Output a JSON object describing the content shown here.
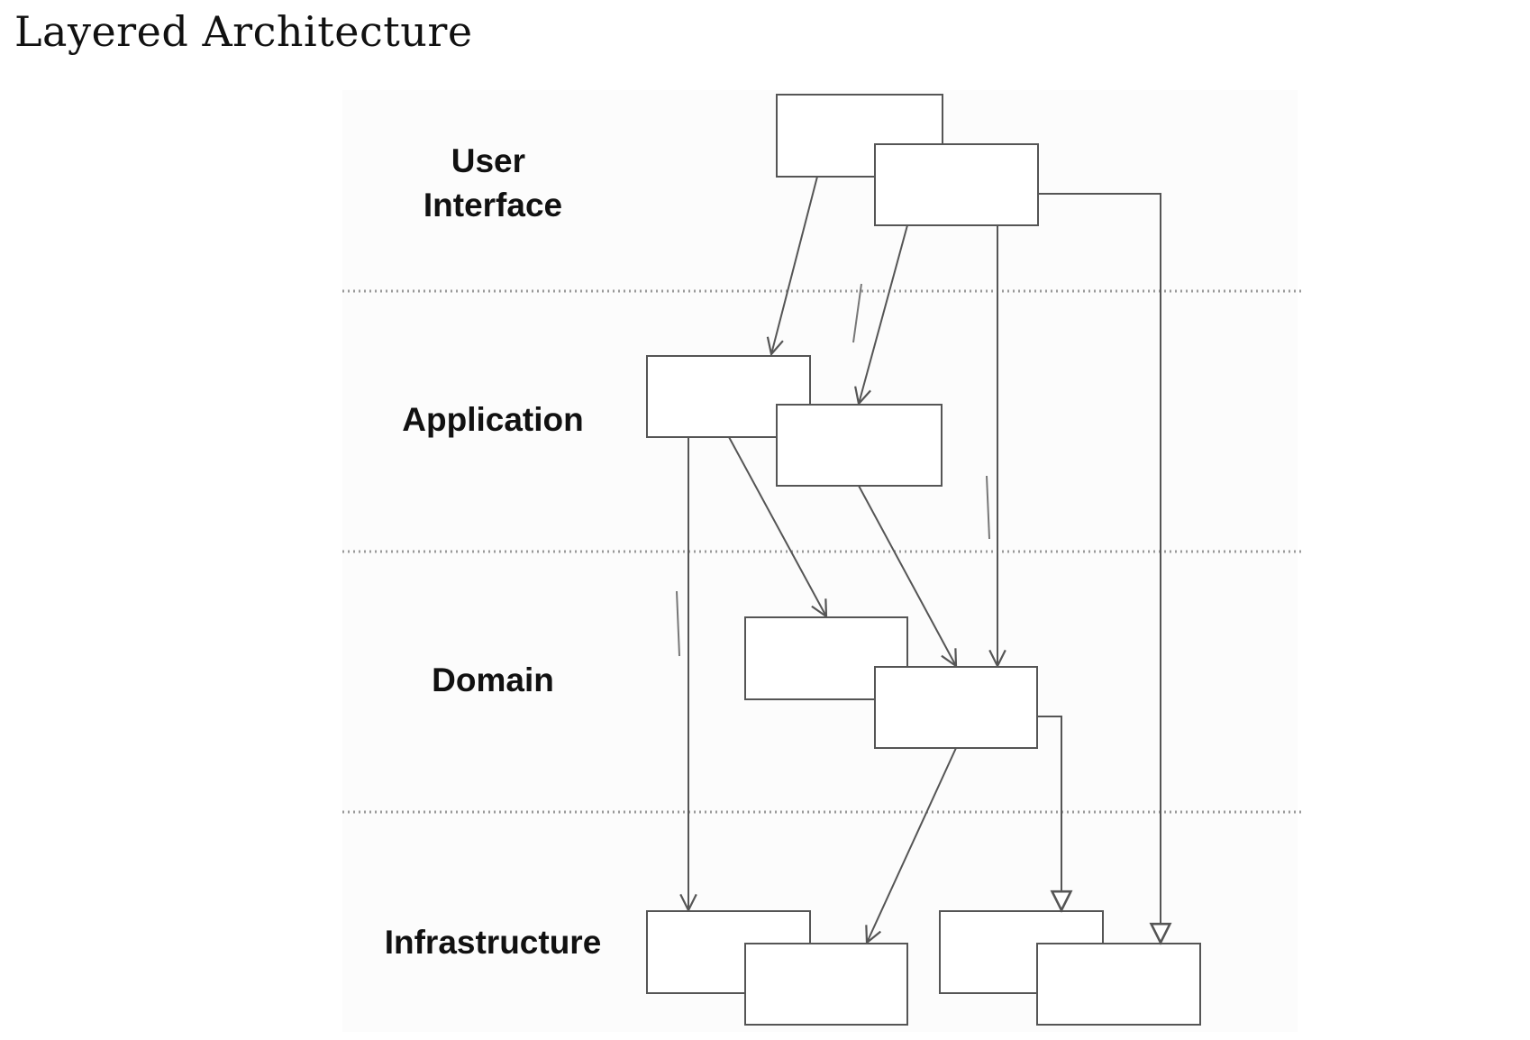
{
  "title": "Layered Architecture",
  "diagram": {
    "layers": [
      {
        "id": "ui",
        "label_lines": [
          "User",
          "Interface"
        ]
      },
      {
        "id": "application",
        "label_lines": [
          "Application"
        ]
      },
      {
        "id": "domain",
        "label_lines": [
          "Domain"
        ]
      },
      {
        "id": "infrastructure",
        "label_lines": [
          "Infrastructure"
        ]
      }
    ],
    "colors": {
      "line": "#555555",
      "separator": "#9a9a9a",
      "box_fill": "#ffffff",
      "text": "#111111"
    }
  }
}
